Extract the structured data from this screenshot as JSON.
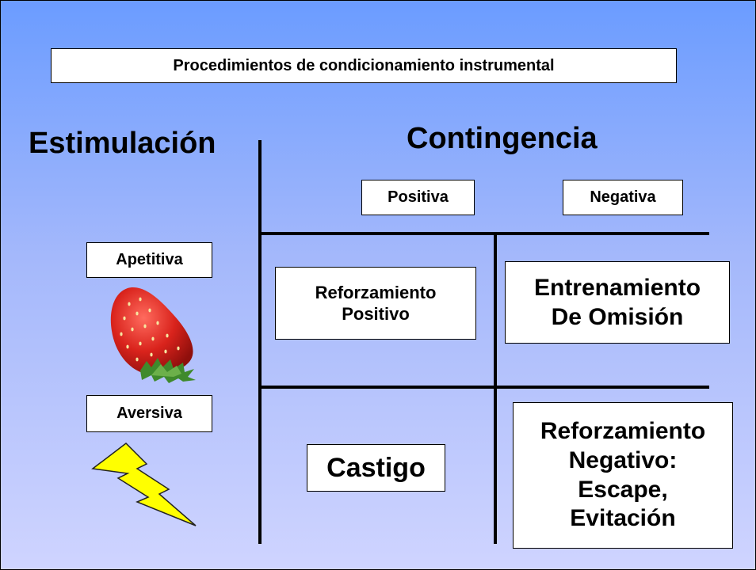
{
  "title": "Procedimientos de condicionamiento instrumental",
  "headings": {
    "stimulation": "Estimulación",
    "contingency": "Contingencia"
  },
  "columns": {
    "positive": "Positiva",
    "negative": "Negativa"
  },
  "rows": {
    "appetitive": "Apetitiva",
    "aversive": "Aversiva"
  },
  "cells": {
    "appetitive_positive": [
      "Reforzamiento",
      "Positivo"
    ],
    "appetitive_negative": [
      "Entrenamiento",
      "De Omisión"
    ],
    "aversive_positive": "Castigo",
    "aversive_negative": [
      "Reforzamiento",
      "Negativo:",
      "Escape,",
      "Evitación"
    ]
  },
  "icons": {
    "appetitive": "strawberry-image",
    "aversive": "lightning-icon"
  },
  "colors": {
    "background_top": "#6b9cff",
    "background_bottom": "#cfd4ff",
    "box": "#ffffff",
    "lightning": "#ffff00"
  }
}
